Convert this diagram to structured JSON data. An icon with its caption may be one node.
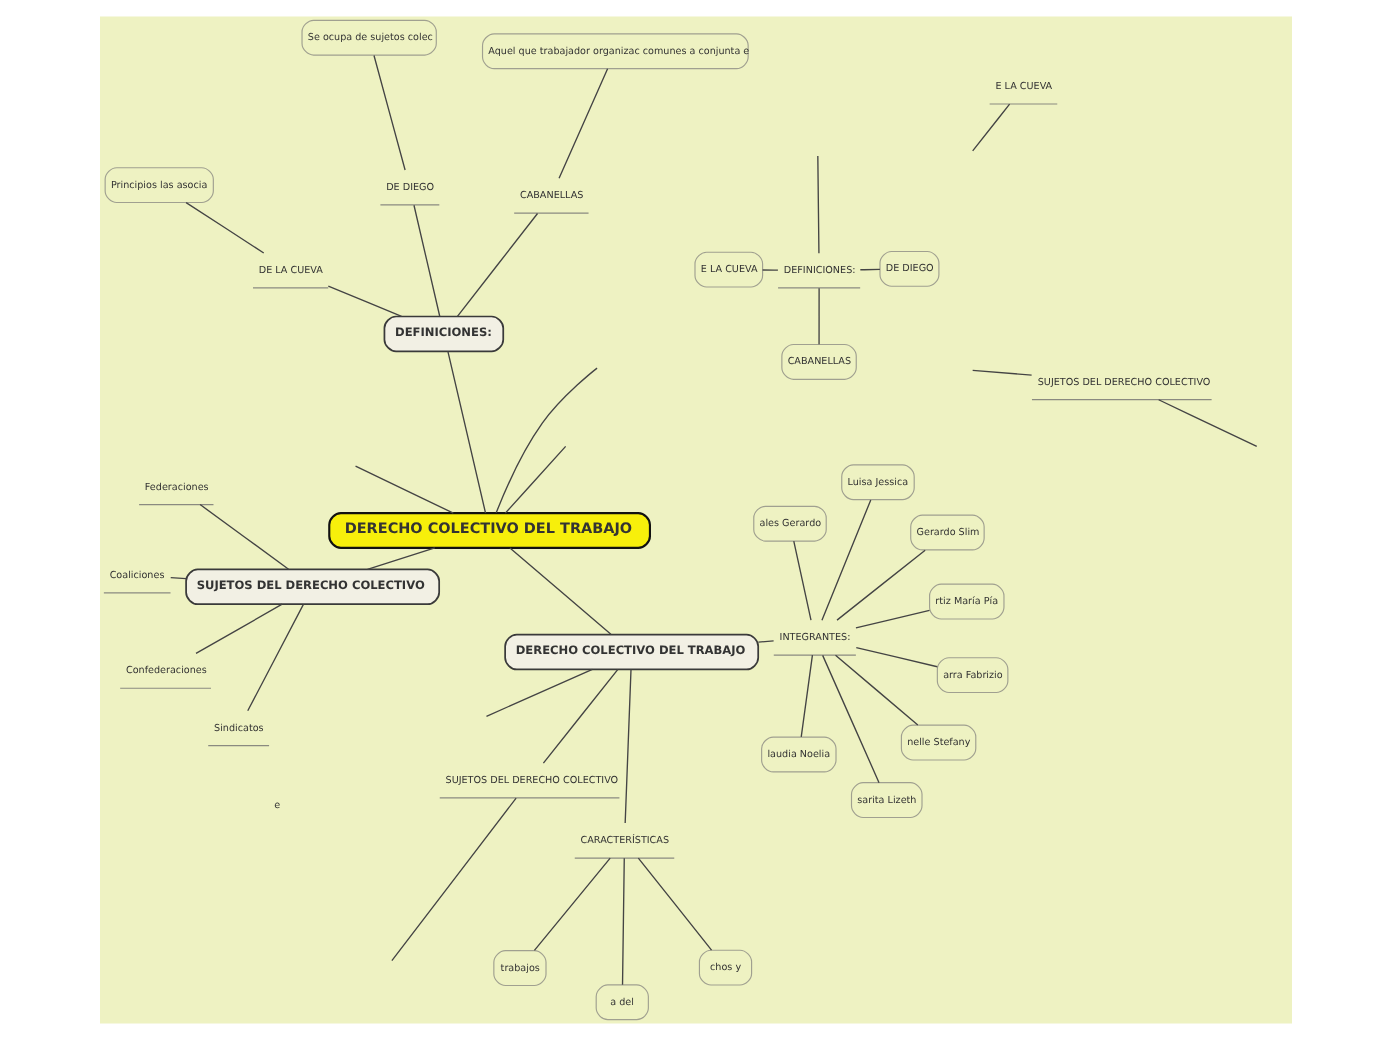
{
  "diagram": {
    "nodes": [
      {
        "text": [
          "DERECHO COLECTIVO DEL TRABAJO"
        ]
      },
      {
        "text": [
          "DERECHO COLECTIVO DEL TRABAJO"
        ]
      },
      {
        "text": [
          "E LA CUEVA"
        ]
      },
      {
        "text": [
          "SUJETOS DEL DERECHO COLECTIVO"
        ]
      },
      {
        "text": [
          "CARACTERÍSTICAS"
        ]
      },
      {
        "text": [
          "a del"
        ]
      },
      {
        "text": [
          "trabajos"
        ]
      },
      {
        "text": [
          "chos y"
        ]
      },
      {
        "text": [
          "INTEGRANTES:"
        ]
      },
      {
        "text": [
          "laudia Noelia"
        ]
      },
      {
        "text": [
          "arra Fabrizio"
        ]
      },
      {
        "text": [
          "rtiz María Pía"
        ]
      },
      {
        "text": [
          "Luisa Jessica"
        ]
      },
      {
        "text": [
          "sarita Lizeth"
        ]
      },
      {
        "text": [
          "Gerardo Slim"
        ]
      },
      {
        "text": [
          "nelle Stefany"
        ]
      },
      {
        "text": [
          "ales Gerardo"
        ]
      },
      {
        "text": [
          "DEFINICIONES:"
        ]
      },
      {
        "text": [
          "CABANELLAS"
        ]
      },
      {
        "text": [
          "DE DIEGO"
        ]
      },
      {
        "text": [
          "E LA CUEVA"
        ]
      },
      {
        "text": [
          "SUJETOS DEL DERECHO COLECTIVO"
        ]
      },
      {
        "text": [
          "DEFINICIONES:"
        ]
      },
      {
        "text": [
          "CABANELLAS"
        ]
      },
      {
        "text": [
          "Aquel que trabajador organizac comunes a conjunta e"
        ]
      },
      {
        "text": [
          "DE DIEGO"
        ]
      },
      {
        "text": [
          "Se ocupa de sujetos colec"
        ]
      },
      {
        "text": [
          "DE LA CUEVA"
        ]
      },
      {
        "text": [
          "Principios las asocia"
        ]
      },
      {
        "text": [
          "SUJETOS DEL DERECHO COLECTIVO"
        ]
      },
      {
        "text": [
          "Sindicatos"
        ]
      },
      {
        "text": [
          "Federaciones"
        ]
      },
      {
        "text": [
          "Confederaciones"
        ]
      },
      {
        "text": [
          "Coaliciones"
        ]
      }
    ],
    "edges": [
      {
        "from": 0,
        "to": 1,
        "arrow": "none"
      },
      {
        "from": 0,
        "to": null,
        "arrow": "none"
      },
      {
        "from": 0,
        "to": null,
        "arrow": "none"
      },
      {
        "from": 0,
        "to": 22,
        "arrow": "none"
      },
      {
        "from": 0,
        "to": 29,
        "arrow": "none"
      },
      {
        "from": 0,
        "to": null,
        "arrow": "none"
      },
      {
        "from": 1,
        "to": null,
        "arrow": "none"
      },
      {
        "from": null,
        "to": 2,
        "arrow": "none"
      },
      {
        "from": 1,
        "to": 3,
        "arrow": "none"
      },
      {
        "from": 3,
        "to": null,
        "arrow": "none"
      },
      {
        "from": 1,
        "to": 4,
        "arrow": "none"
      },
      {
        "from": 4,
        "to": 5,
        "arrow": "none"
      },
      {
        "from": 4,
        "to": 6,
        "arrow": "none"
      },
      {
        "from": 4,
        "to": 7,
        "arrow": "none"
      },
      {
        "from": 1,
        "to": 8,
        "arrow": "none"
      },
      {
        "from": 8,
        "to": 9,
        "arrow": "none"
      },
      {
        "from": 8,
        "to": 10,
        "arrow": "none"
      },
      {
        "from": 8,
        "to": 11,
        "arrow": "none"
      },
      {
        "from": 8,
        "to": 12,
        "arrow": "none"
      },
      {
        "from": 8,
        "to": 13,
        "arrow": "none"
      },
      {
        "from": 8,
        "to": 14,
        "arrow": "none"
      },
      {
        "from": 8,
        "to": 15,
        "arrow": "none"
      },
      {
        "from": 8,
        "to": 16,
        "arrow": "none"
      },
      {
        "from": null,
        "to": 17,
        "arrow": "none"
      },
      {
        "from": 17,
        "to": 18,
        "arrow": "none"
      },
      {
        "from": 17,
        "to": 19,
        "arrow": "none"
      },
      {
        "from": 17,
        "to": 20,
        "arrow": "none"
      },
      {
        "from": null,
        "to": 21,
        "arrow": "none"
      },
      {
        "from": 21,
        "to": null,
        "arrow": "none"
      },
      {
        "from": 22,
        "to": 23,
        "arrow": "none"
      },
      {
        "from": 23,
        "to": 24,
        "arrow": "none"
      },
      {
        "from": 22,
        "to": 25,
        "arrow": "none"
      },
      {
        "from": 25,
        "to": 26,
        "arrow": "none"
      },
      {
        "from": 22,
        "to": 27,
        "arrow": "none"
      },
      {
        "from": 27,
        "to": 28,
        "arrow": "none"
      },
      {
        "from": 29,
        "to": 30,
        "arrow": "none"
      },
      {
        "from": 29,
        "to": 31,
        "arrow": "none"
      },
      {
        "from": 29,
        "to": 32,
        "arrow": "none"
      },
      {
        "from": 29,
        "to": 33,
        "arrow": "none"
      }
    ],
    "labels": [
      "e"
    ]
  }
}
